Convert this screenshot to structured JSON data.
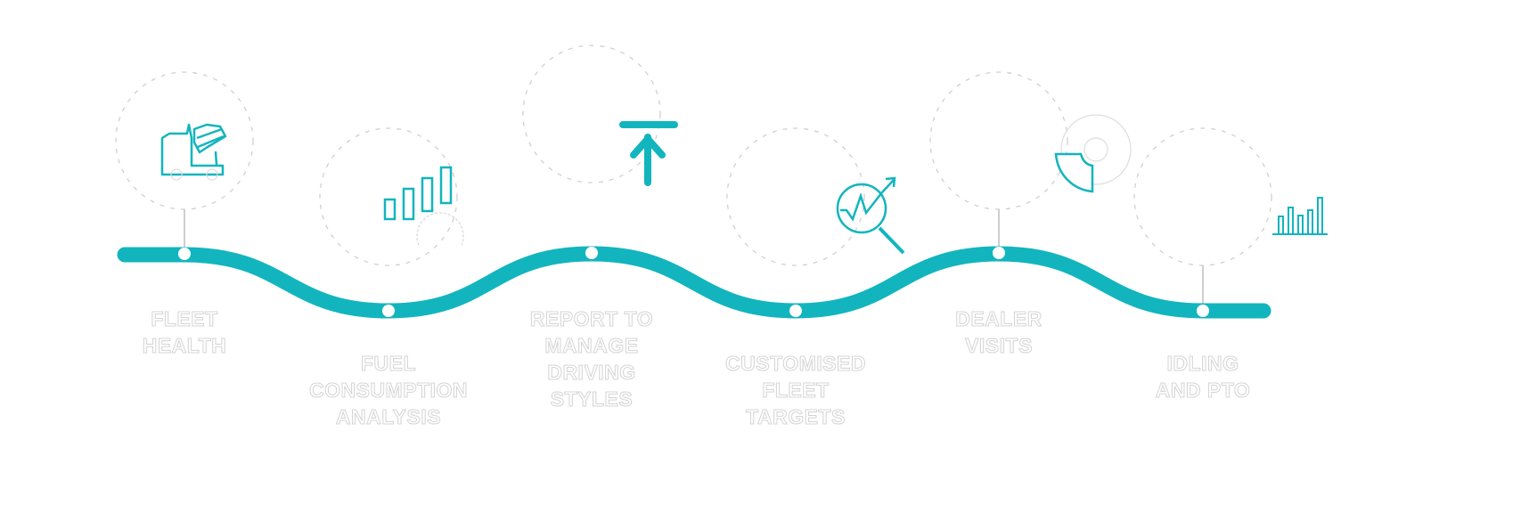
{
  "accent_color": "#12b5be",
  "steps": [
    {
      "icon": "concrete-mixer-truck-icon",
      "lines": [
        "FLEET",
        "HEALTH"
      ]
    },
    {
      "icon": "bar-chart-gauge-icon",
      "lines": [
        "FUEL",
        "CONSUMPTION",
        "ANALYSIS"
      ]
    },
    {
      "icon": "upload-arrow-icon",
      "lines": [
        "REPORT TO",
        "MANAGE",
        "DRIVING",
        "STYLES"
      ]
    },
    {
      "icon": "magnifier-trend-icon",
      "lines": [
        "CUSTOMISED",
        "FLEET",
        "TARGETS"
      ]
    },
    {
      "icon": "pie-target-icon",
      "lines": [
        "DEALER",
        "VISITS"
      ]
    },
    {
      "icon": "bar-chart-icon",
      "lines": [
        "IDLING",
        "AND PTO"
      ]
    }
  ]
}
